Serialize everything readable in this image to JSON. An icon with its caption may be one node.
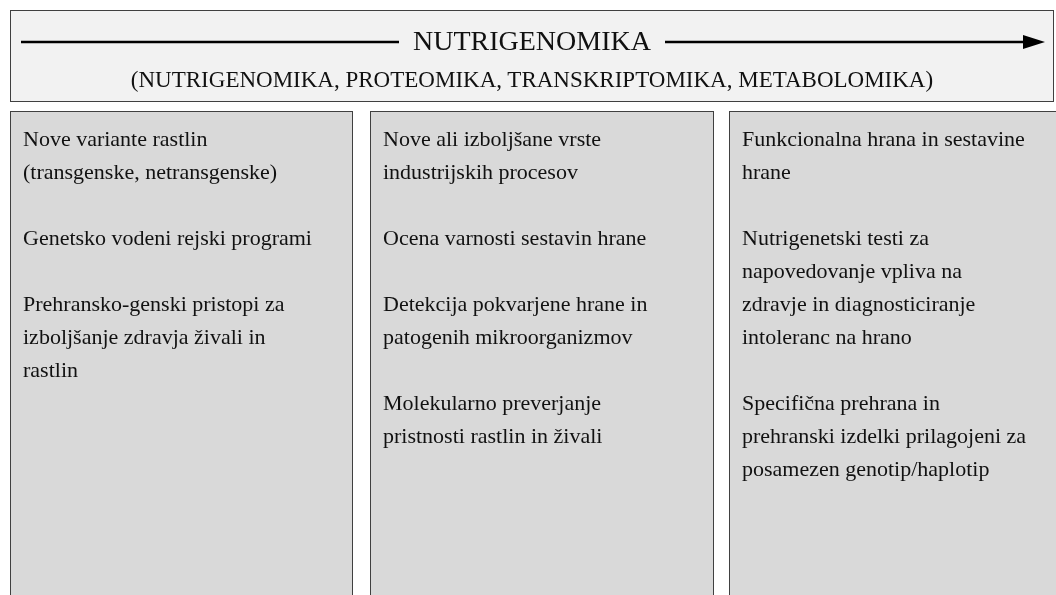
{
  "diagram": {
    "nodes": [
      {
        "text": [
          "NUTRIGENOMIKA",
          "(NUTRIGENOMIKA, PROTEOMIKA, TRANSKRIPTOMIKA, METABOLOMIKA)"
        ]
      },
      {
        "text": [
          "Nove variante rastlin (transgenske, netransgenske)",
          "Genetsko vodeni rejski programi",
          "Prehransko-genski pristopi za izboljšanje zdravja živali in rastlin"
        ]
      },
      {
        "text": [
          "Nove ali izboljšane vrste industrijskih procesov",
          "Ocena varnosti sestavin hrane",
          "Detekcija pokvarjene hrane in patogenih mikroorganizmov",
          "Molekularno preverjanje pristnosti rastlin in živali"
        ]
      },
      {
        "text": [
          "Funkcionalna hrana in sestavine hrane",
          "Nutrigenetski testi za napovedovanje vpliva na zdravje in diagnosticiranje intoleranc na hrano",
          "Specifična prehrana in prehranski izdelki prilagojeni za posamezen genotip/haplotip"
        ]
      }
    ]
  }
}
